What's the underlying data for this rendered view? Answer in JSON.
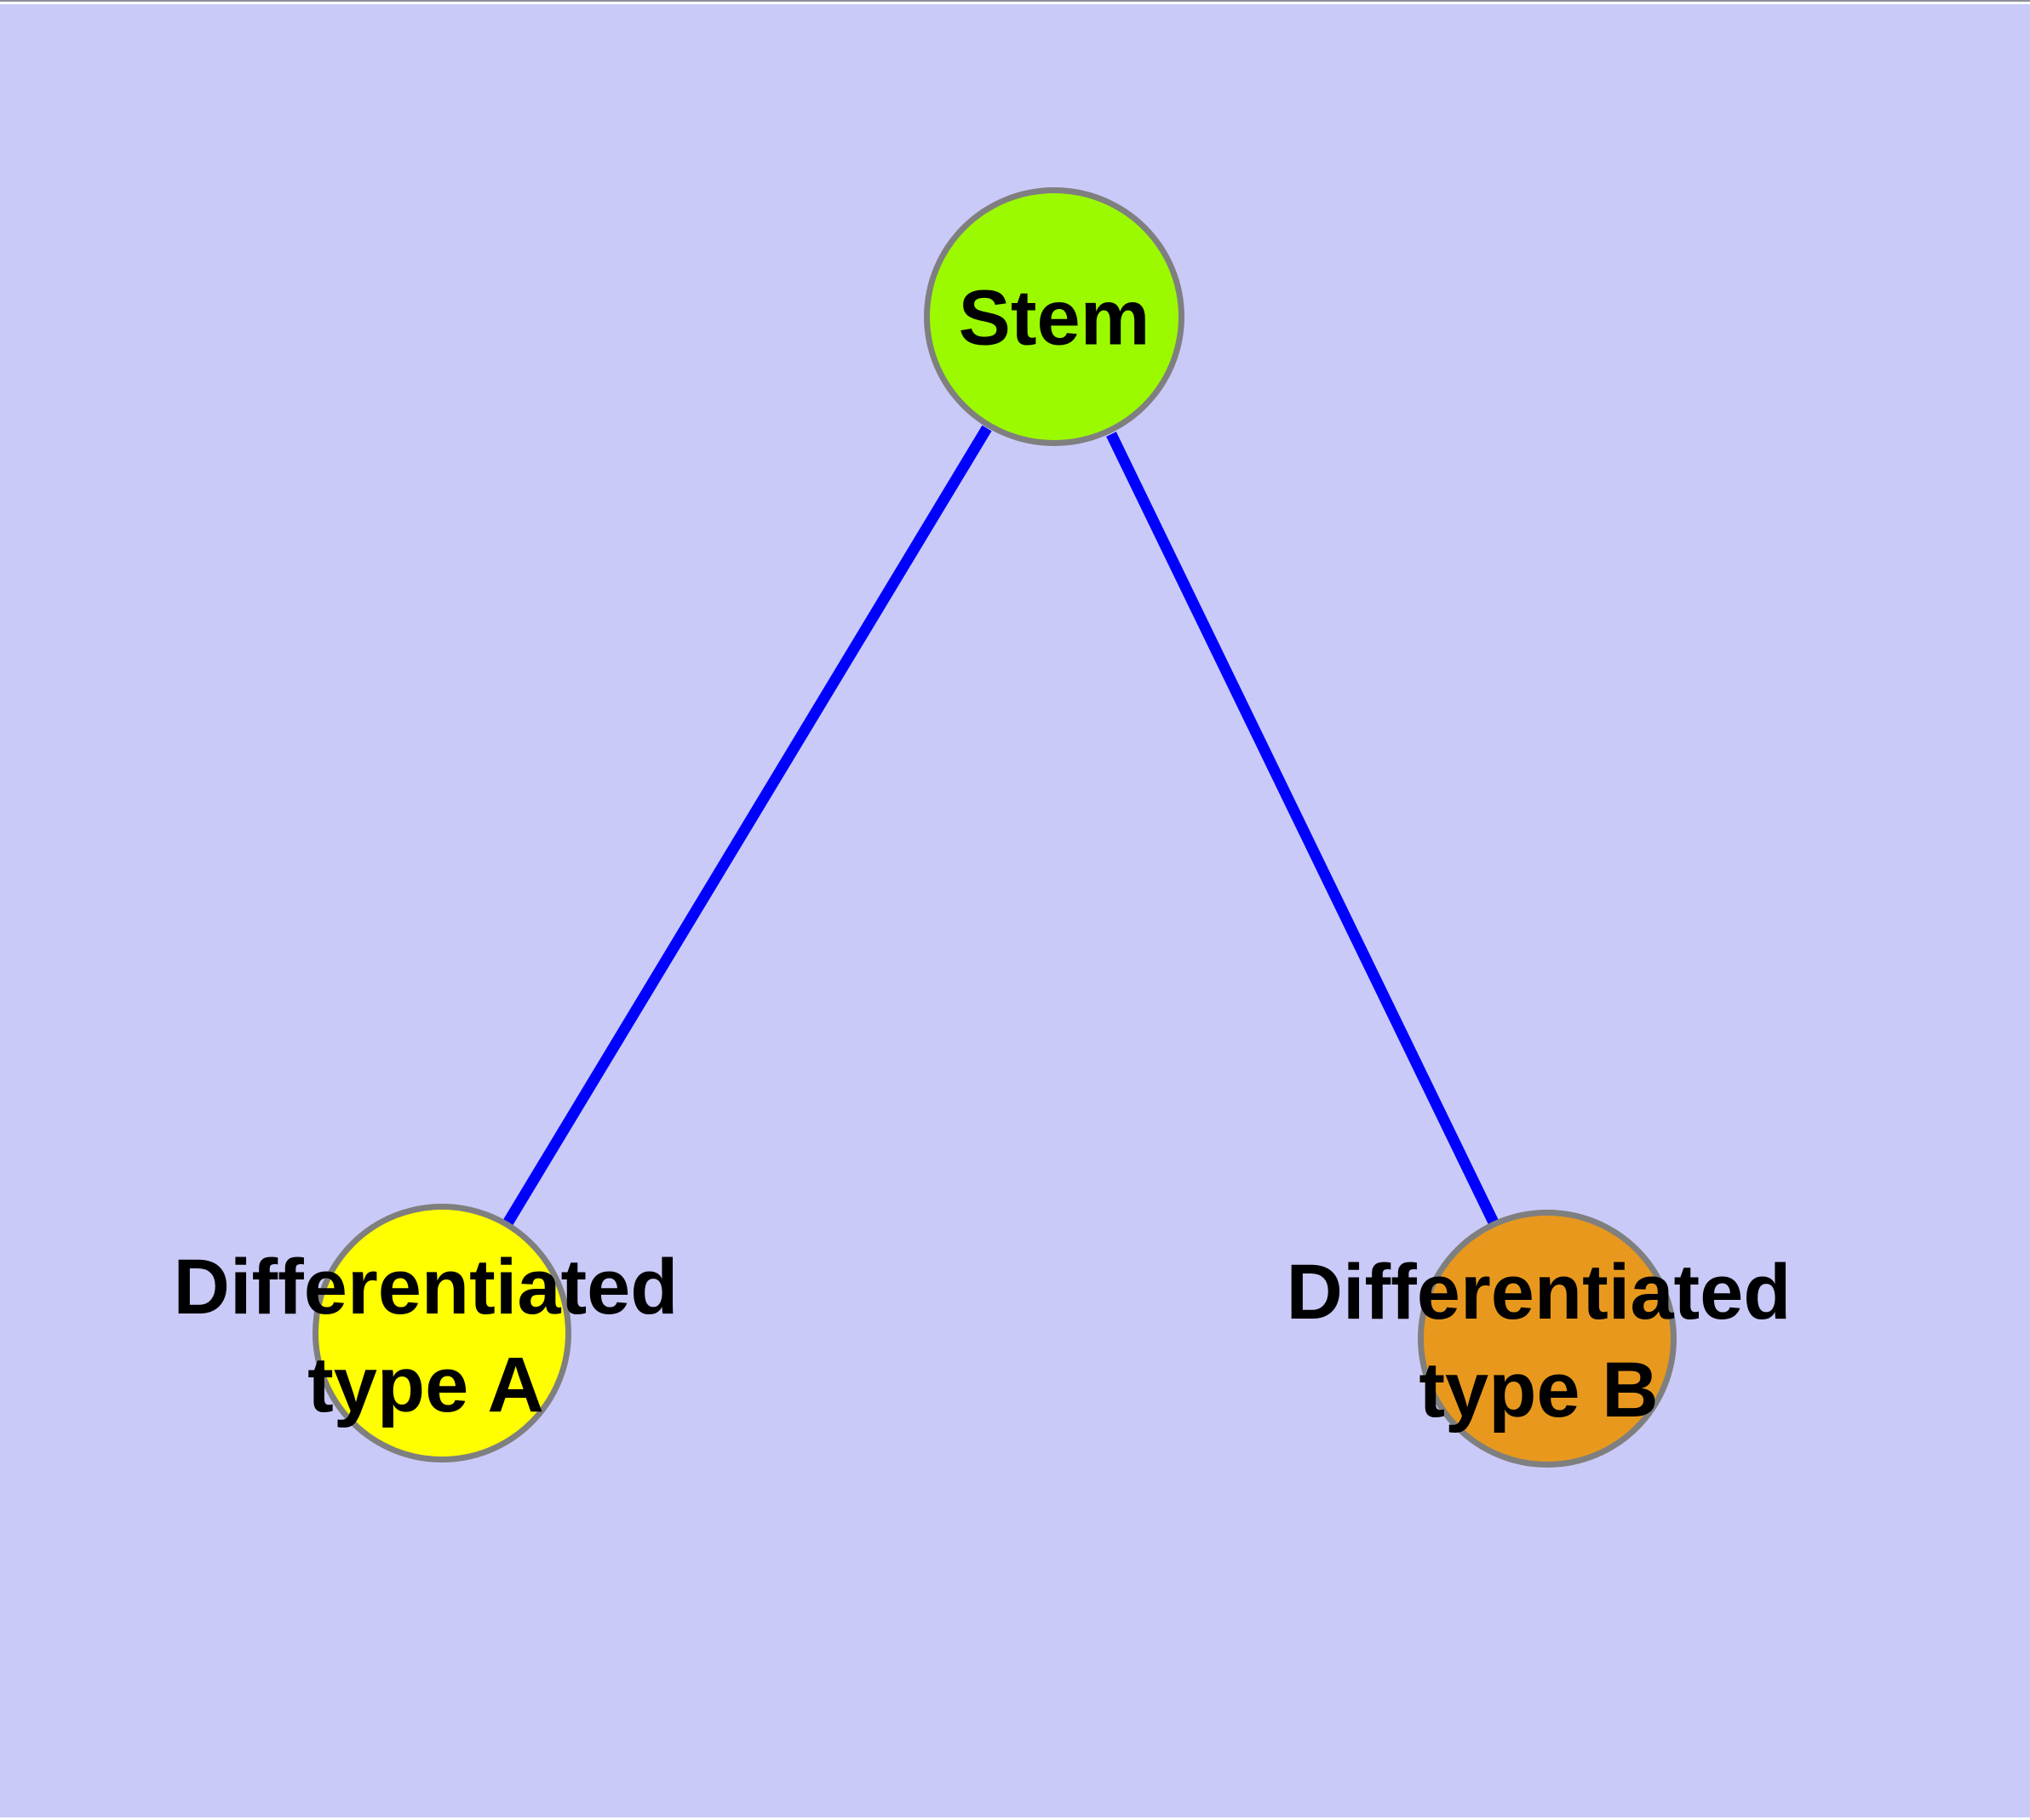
{
  "figure": {
    "background_color": "#CACAF8",
    "top_hairline_color": "#8F8F9B",
    "edge_trim_color": "#FFFFFF"
  },
  "graph": {
    "nodes": [
      {
        "id": "stem",
        "label": "Stem",
        "fill_color": "#9BFA00",
        "border_color": "#7F7F7F"
      },
      {
        "id": "differentiated-type-a",
        "label_line1": "Differentiated",
        "label_line2": "type A",
        "fill_color": "#FFFF00",
        "border_color": "#7F7F7F"
      },
      {
        "id": "differentiated-type-b",
        "label_line1": "Differentiated",
        "label_line2": "type B",
        "fill_color": "#E8991D",
        "border_color": "#7F7F7F"
      }
    ],
    "edges": [
      {
        "from": "stem",
        "to": "differentiated-type-a",
        "color": "#0000FF"
      },
      {
        "from": "stem",
        "to": "differentiated-type-b",
        "color": "#0000FF"
      }
    ]
  }
}
